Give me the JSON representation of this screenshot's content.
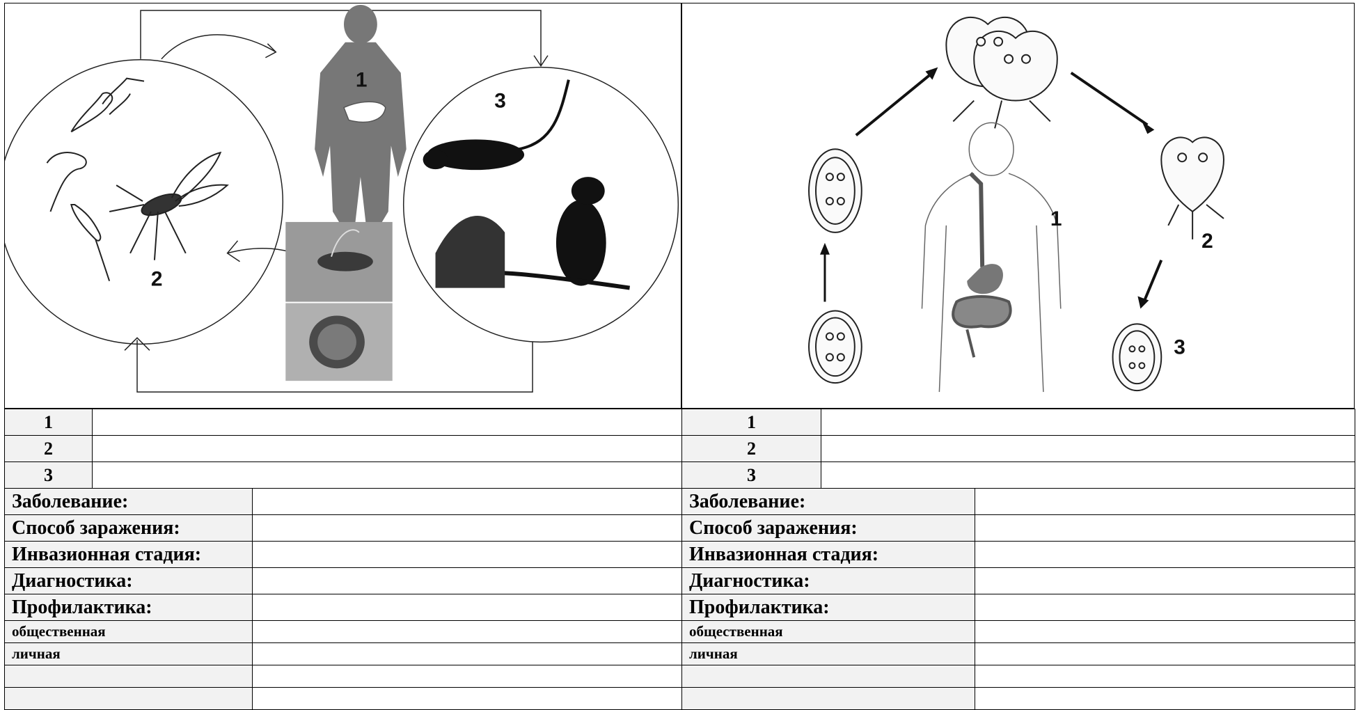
{
  "left": {
    "figure": {
      "labels": [
        "1",
        "2",
        "3"
      ],
      "icons": [
        "human-silhouette-with-liver",
        "leishmania-promastigotes",
        "sandfly-mosquito",
        "gerbil-rodents",
        "sandfly-bite-photo",
        "skin-ulcer-photo"
      ]
    },
    "numbered_rows": [
      {
        "num": "1",
        "answer": ""
      },
      {
        "num": "2",
        "answer": ""
      },
      {
        "num": "3",
        "answer": ""
      }
    ],
    "questions": [
      {
        "label": "Заболевание:",
        "answer": ""
      },
      {
        "label": "Способ заражения:",
        "answer": ""
      },
      {
        "label": "Инвазионная стадия:",
        "answer": ""
      },
      {
        "label": "Диагностика:",
        "answer": ""
      },
      {
        "label": "Профилактика:",
        "answer": ""
      }
    ],
    "sub_questions": [
      {
        "label": "общественная",
        "answer": ""
      },
      {
        "label": "личная",
        "answer": ""
      },
      {
        "label": "",
        "answer": ""
      },
      {
        "label": "",
        "answer": ""
      }
    ]
  },
  "right": {
    "figure": {
      "labels": [
        "1",
        "2",
        "3"
      ],
      "icons": [
        "giardia-trophozoites-cluster",
        "giardia-trophozoite",
        "giardia-cyst",
        "human-digestive-tract"
      ]
    },
    "numbered_rows": [
      {
        "num": "1",
        "answer": ""
      },
      {
        "num": "2",
        "answer": ""
      },
      {
        "num": "3",
        "answer": ""
      }
    ],
    "questions": [
      {
        "label": "Заболевание:",
        "answer": ""
      },
      {
        "label": "Способ заражения:",
        "answer": ""
      },
      {
        "label": "Инвазионная стадия:",
        "answer": ""
      },
      {
        "label": "Диагностика:",
        "answer": ""
      },
      {
        "label": "Профилактика:",
        "answer": ""
      }
    ],
    "sub_questions": [
      {
        "label": "общественная",
        "answer": ""
      },
      {
        "label": "личная",
        "answer": ""
      },
      {
        "label": "",
        "answer": ""
      },
      {
        "label": "",
        "answer": ""
      }
    ]
  }
}
